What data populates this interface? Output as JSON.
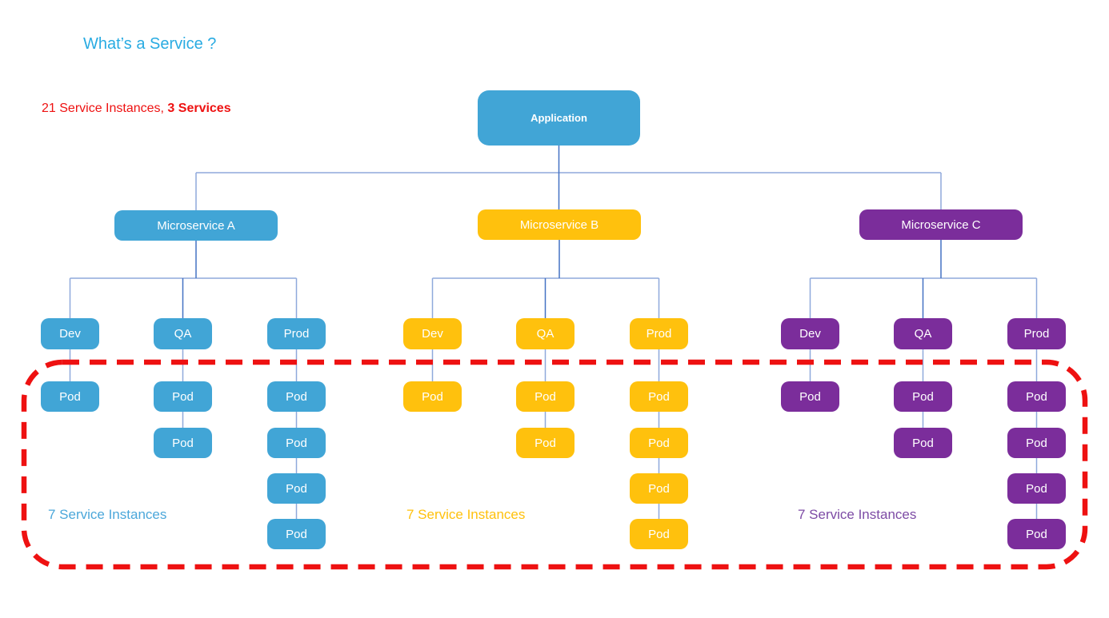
{
  "title": "What’s a Service ?",
  "annotation": {
    "normal": "21 Service Instances, ",
    "bold": "3 Services"
  },
  "root": {
    "label": "Application"
  },
  "pod_label": "Pod",
  "services": [
    {
      "name": "Microservice A",
      "instances": "7 Service Instances",
      "envs": [
        "Dev",
        "QA",
        "Prod"
      ],
      "pods_per_env": [
        1,
        2,
        4
      ]
    },
    {
      "name": "Microservice B",
      "instances": "7 Service Instances",
      "envs": [
        "Dev",
        "QA",
        "Prod"
      ],
      "pods_per_env": [
        1,
        2,
        4
      ]
    },
    {
      "name": "Microservice C",
      "instances": "7 Service Instances",
      "envs": [
        "Dev",
        "QA",
        "Prod"
      ],
      "pods_per_env": [
        1,
        2,
        4
      ]
    }
  ],
  "totals": {
    "service_instances": 21,
    "services": 3,
    "instances_per_service": 7
  },
  "colors": {
    "blue": "#41A5D6",
    "yellow": "#FFC10D",
    "purple": "#7B2D9B",
    "red": "#EE1111",
    "title": "#29ABE2",
    "label_blue": "#4BA7DA",
    "label_yellow": "#FFC10D",
    "label_purple": "#7D4BA5",
    "conn_light": "#8FA9DC",
    "conn_dark": "#4472C4"
  }
}
